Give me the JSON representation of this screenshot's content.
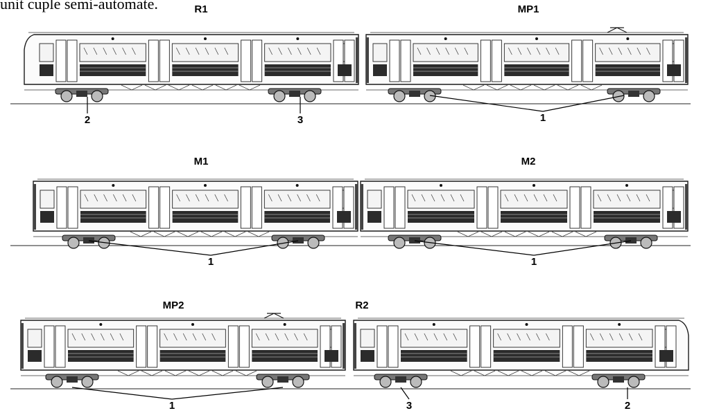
{
  "caption": "unit cuple semi-automate.",
  "rows": [
    {
      "cars": [
        {
          "label": "R1",
          "cab": "left"
        },
        {
          "label": "MP1",
          "pantograph": true
        }
      ],
      "callouts": [
        {
          "text": "2",
          "targets": 1
        },
        {
          "text": "3",
          "targets": 1
        },
        {
          "text": "1",
          "targets": 2
        }
      ]
    },
    {
      "cars": [
        {
          "label": "M1"
        },
        {
          "label": "M2"
        }
      ],
      "callouts": [
        {
          "text": "1",
          "targets": 2
        },
        {
          "text": "1",
          "targets": 2
        }
      ]
    },
    {
      "cars": [
        {
          "label": "MP2",
          "pantograph": true
        },
        {
          "label": "R2",
          "cab": "right"
        }
      ],
      "callouts": [
        {
          "text": "1",
          "targets": 2
        },
        {
          "text": "3",
          "targets": 1
        },
        {
          "text": "2",
          "targets": 1
        }
      ]
    }
  ]
}
